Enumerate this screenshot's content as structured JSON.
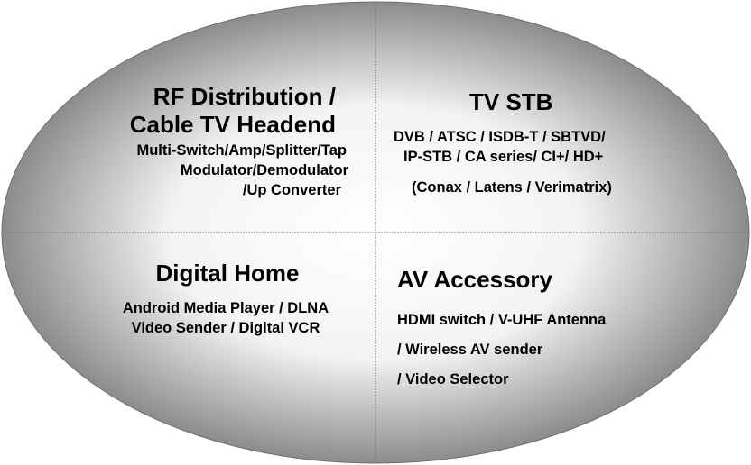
{
  "colors": {
    "ellipse_center": "#ffffff",
    "ellipse_edge": "#8c8c8c",
    "divider": "#7a7a7a",
    "text": "#000000"
  },
  "quadrants": {
    "rf_distribution": {
      "title_line1": "RF Distribution /",
      "title_line2": "Cable TV Headend",
      "lines": [
        "Multi-Switch/Amp/Splitter/Tap",
        "Modulator/Demodulator",
        "/Up Converter"
      ]
    },
    "tv_stb": {
      "title": "TV STB",
      "lines": [
        "DVB / ATSC / ISDB-T / SBTVD/",
        "IP-STB / CA series/ CI+/ HD+",
        "(Conax / Latens / Verimatrix)"
      ]
    },
    "digital_home": {
      "title": "Digital Home",
      "lines": [
        "Android Media Player / DLNA",
        "Video Sender / Digital VCR"
      ]
    },
    "av_accessory": {
      "title": "AV Accessory",
      "lines": [
        "HDMI switch / V-UHF Antenna",
        "/ Wireless AV sender",
        "/ Video Selector"
      ]
    }
  }
}
